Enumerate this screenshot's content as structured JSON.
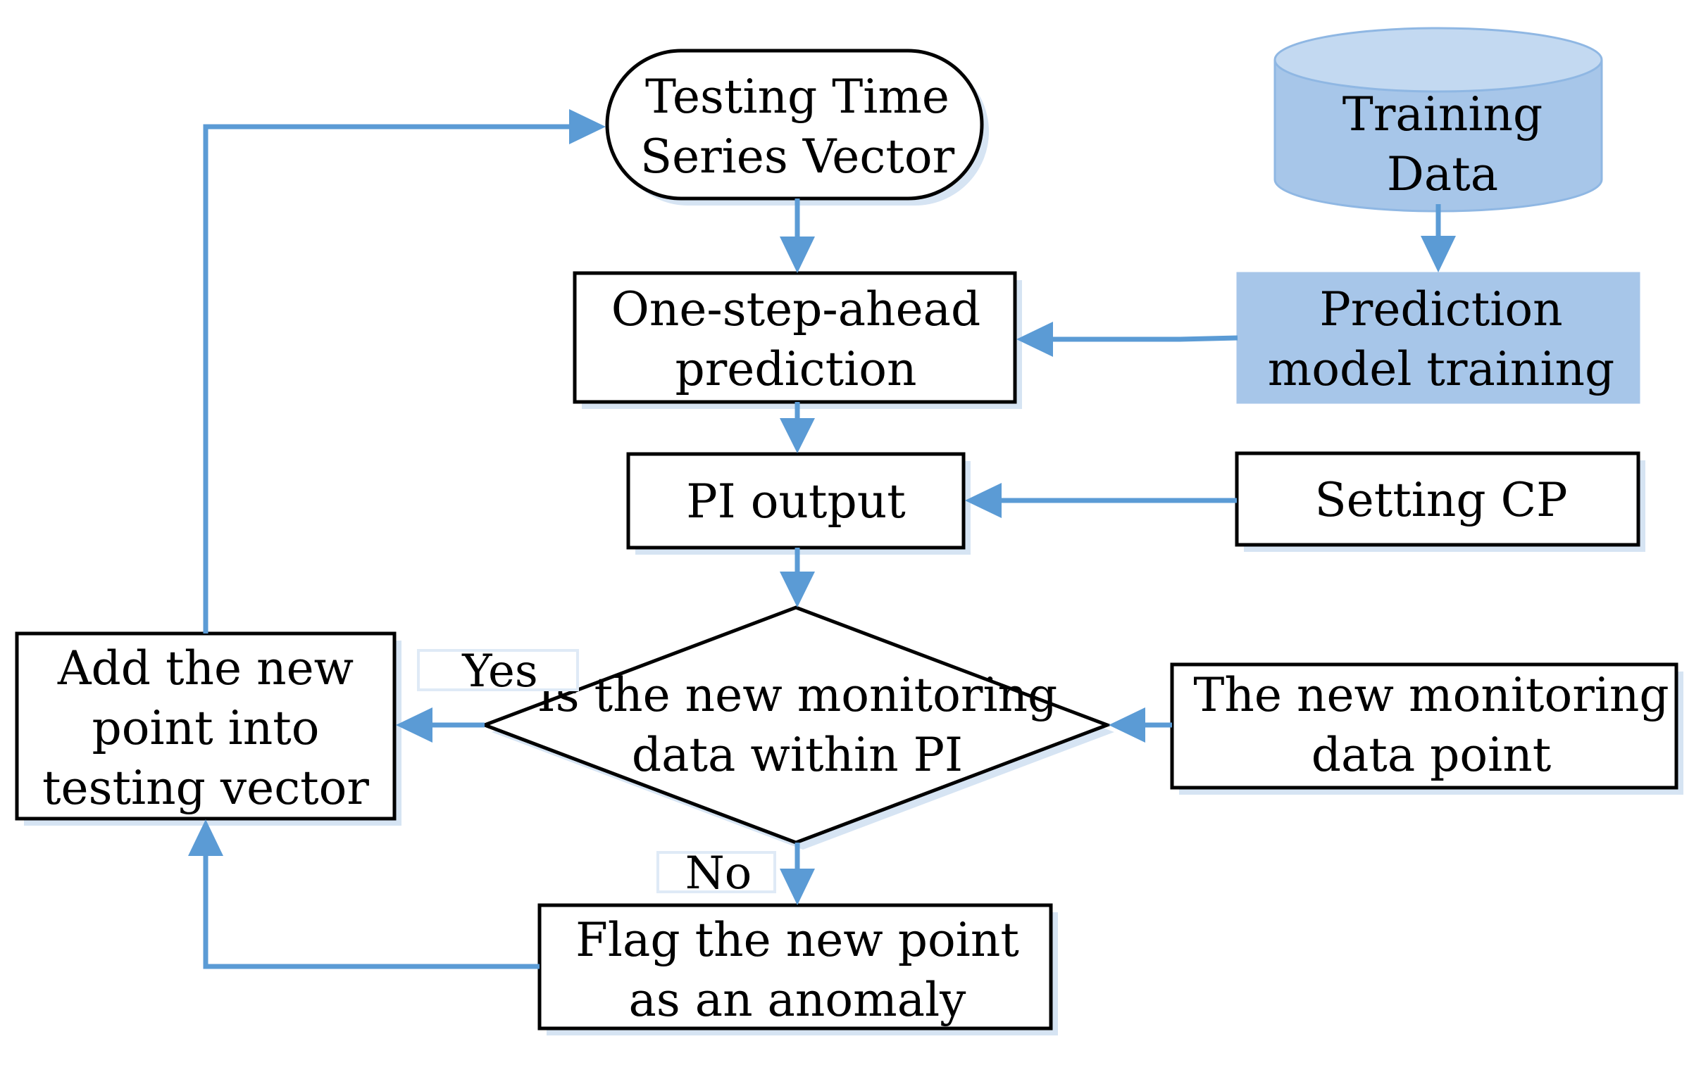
{
  "nodes": {
    "testing_vector": {
      "line1": "Testing Time",
      "line2": "Series Vector"
    },
    "training_data": {
      "line1": "Training",
      "line2": "Data"
    },
    "one_step": {
      "line1": "One-step-ahead",
      "line2": "prediction"
    },
    "model_training": {
      "line1": "Prediction",
      "line2": "model training"
    },
    "pi_output": {
      "line1": "PI output"
    },
    "setting_cp": {
      "line1": "Setting CP"
    },
    "decision": {
      "line1": "Is the new monitoring",
      "line2": "data within PI"
    },
    "new_point": {
      "line1": "The new monitoring",
      "line2": "data point"
    },
    "add_point": {
      "line1": "Add the new",
      "line2": "point into",
      "line3": "testing vector"
    },
    "flag_anomaly": {
      "line1": "Flag the new point",
      "line2": "as an anomaly"
    }
  },
  "edge_labels": {
    "yes": "Yes",
    "no": "No"
  },
  "colors": {
    "arrow": "#5b9bd5",
    "blue_fill": "#a7c6e9",
    "border": "#000000"
  }
}
